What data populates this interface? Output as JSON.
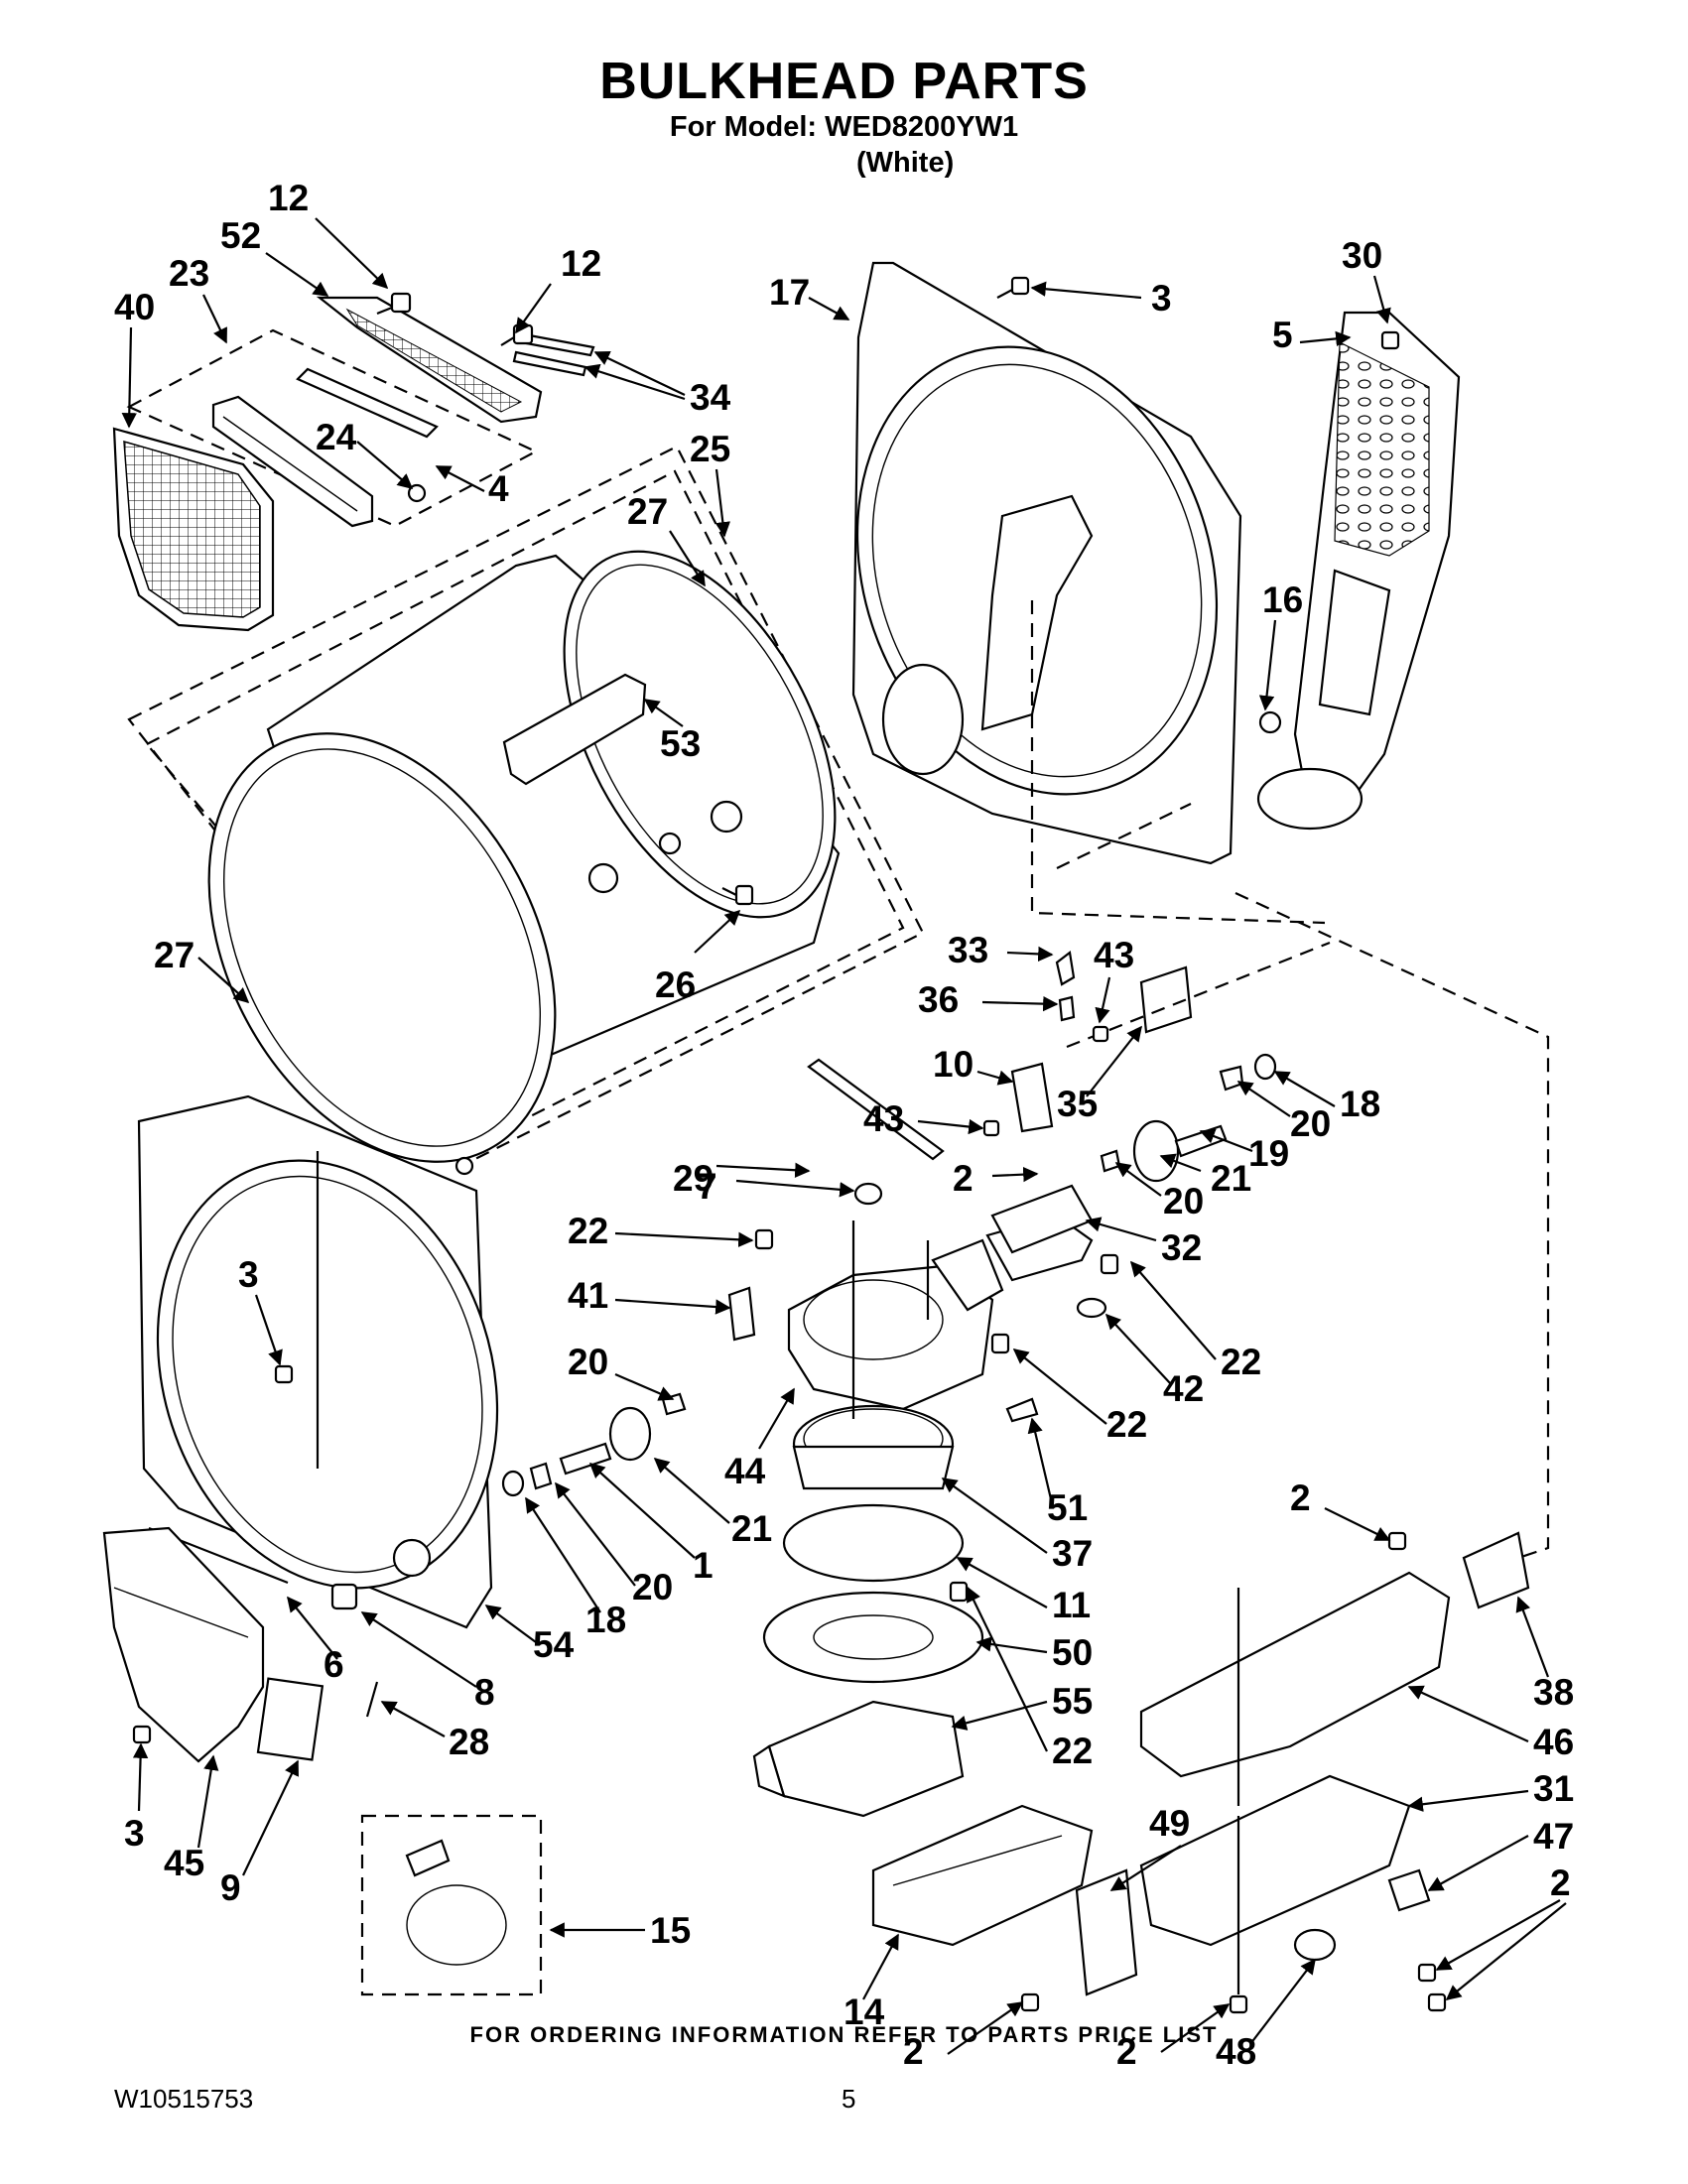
{
  "header": {
    "title": "BULKHEAD PARTS",
    "model_line": "For Model: WED8200YW1",
    "variant": "(White)"
  },
  "callouts": [
    "12",
    "52",
    "23",
    "40",
    "12",
    "34",
    "24",
    "4",
    "25",
    "27",
    "53",
    "26",
    "27",
    "17",
    "3",
    "30",
    "5",
    "16",
    "33",
    "43",
    "36",
    "10",
    "43",
    "35",
    "18",
    "20",
    "19",
    "21",
    "20",
    "29",
    "2",
    "7",
    "32",
    "22",
    "41",
    "20",
    "3",
    "44",
    "21",
    "20",
    "1",
    "18",
    "54",
    "8",
    "6",
    "22",
    "42",
    "22",
    "51",
    "37",
    "11",
    "50",
    "55",
    "22",
    "2",
    "38",
    "46",
    "31",
    "47",
    "2",
    "49",
    "48",
    "2",
    "2",
    "14",
    "3",
    "45",
    "9",
    "28",
    "15"
  ],
  "footer": {
    "ordering_note": "FOR ORDERING INFORMATION REFER TO PARTS PRICE LIST",
    "doc_id": "W10515753",
    "page": "5"
  },
  "colors": {
    "ink": "#000000",
    "paper": "#ffffff",
    "shade": "#e6e6e6"
  }
}
